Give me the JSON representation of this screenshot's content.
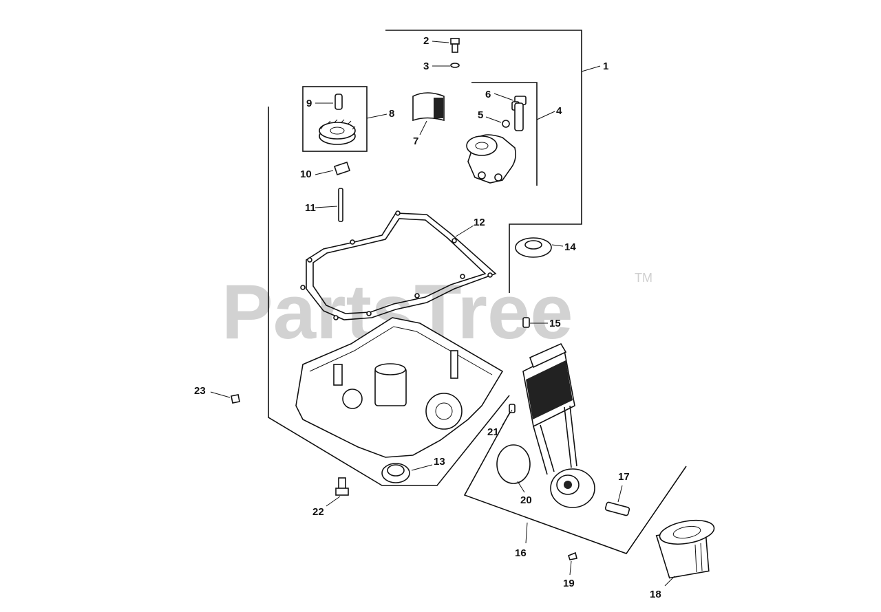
{
  "watermark": {
    "text": "PartsTree",
    "trademark": "TM"
  },
  "callouts": [
    {
      "id": "1",
      "label": "1"
    },
    {
      "id": "2",
      "label": "2"
    },
    {
      "id": "3",
      "label": "3"
    },
    {
      "id": "4",
      "label": "4"
    },
    {
      "id": "5",
      "label": "5"
    },
    {
      "id": "6",
      "label": "6"
    },
    {
      "id": "7",
      "label": "7"
    },
    {
      "id": "8",
      "label": "8"
    },
    {
      "id": "9",
      "label": "9"
    },
    {
      "id": "10",
      "label": "10"
    },
    {
      "id": "11",
      "label": "11"
    },
    {
      "id": "12",
      "label": "12"
    },
    {
      "id": "13",
      "label": "13"
    },
    {
      "id": "14",
      "label": "14"
    },
    {
      "id": "15",
      "label": "15"
    },
    {
      "id": "16",
      "label": "16"
    },
    {
      "id": "17",
      "label": "17"
    },
    {
      "id": "18",
      "label": "18"
    },
    {
      "id": "19",
      "label": "19"
    },
    {
      "id": "20",
      "label": "20"
    },
    {
      "id": "21",
      "label": "21"
    },
    {
      "id": "22",
      "label": "22"
    },
    {
      "id": "23",
      "label": "23"
    }
  ]
}
